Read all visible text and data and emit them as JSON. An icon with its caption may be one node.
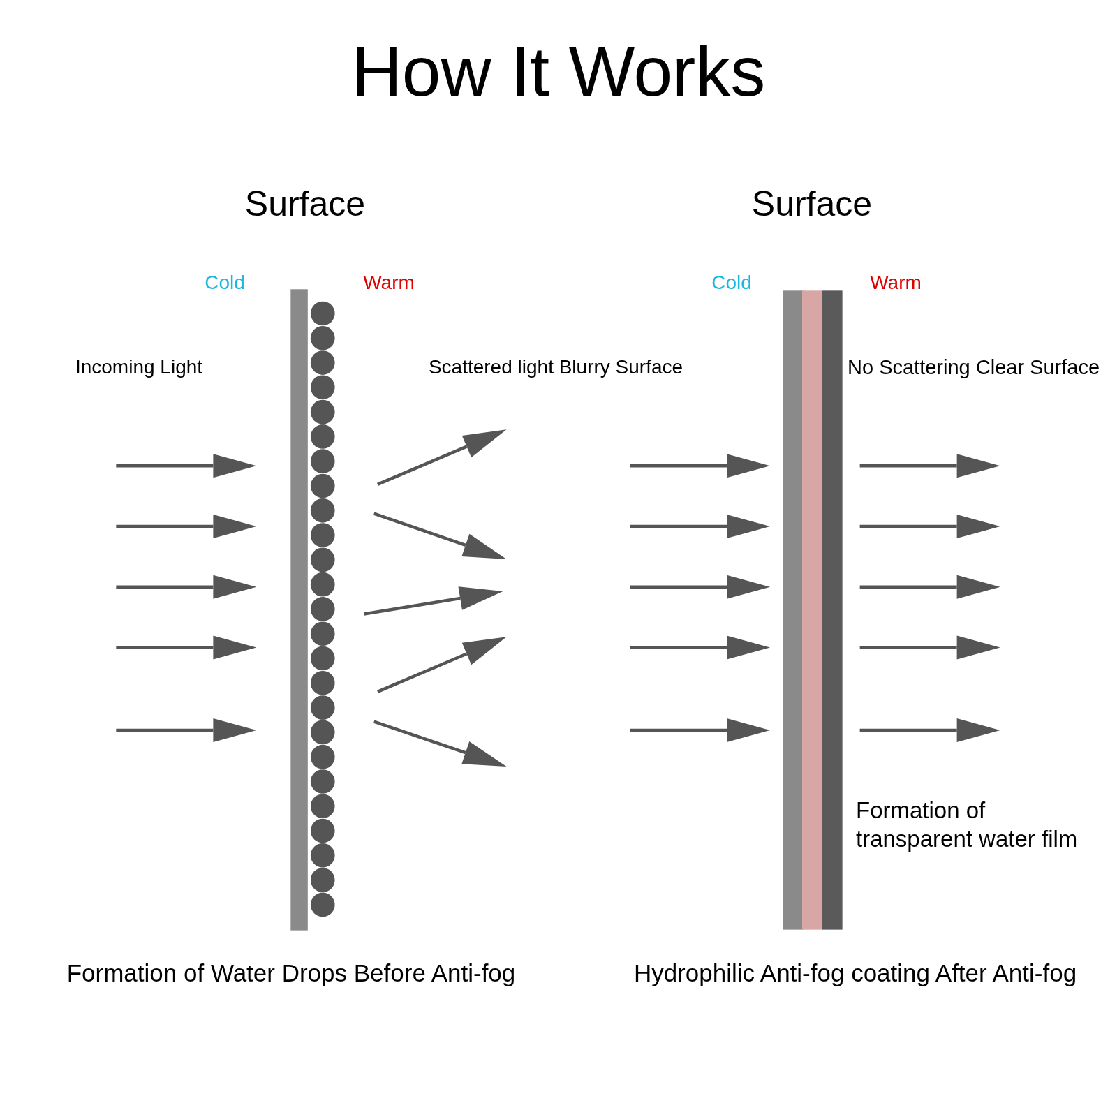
{
  "diagram": {
    "title": "How It Works",
    "labels": [
      "Surface",
      "Surface",
      "Cold",
      "Warm",
      "Cold",
      "Warm",
      "Incoming Light",
      "Scattered light Blurry Surface",
      "No Scattering Clear Surface",
      "Formation of transparent water film",
      "Formation of Water Drops Before Anti-fog",
      "Hydrophilic Anti-fog coating After Anti-fog"
    ]
  }
}
